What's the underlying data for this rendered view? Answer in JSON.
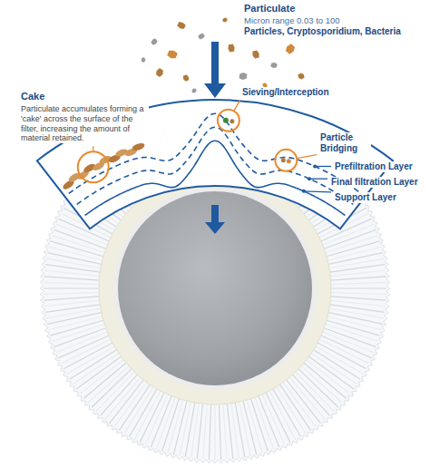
{
  "diagram": {
    "labels": [
      "Particulate",
      "Micron range 0.03 to 100",
      "Particles, Cryptosporidium, Bacteria",
      "Cake",
      "Particulate accumulates forming a 'cake' across the surface of the filter, increasing the amount of material retained.",
      "Sieving/Interception",
      "Particle Bridging",
      "Prefiltration Layer",
      "Final filtration Layer",
      "Support Layer"
    ]
  }
}
